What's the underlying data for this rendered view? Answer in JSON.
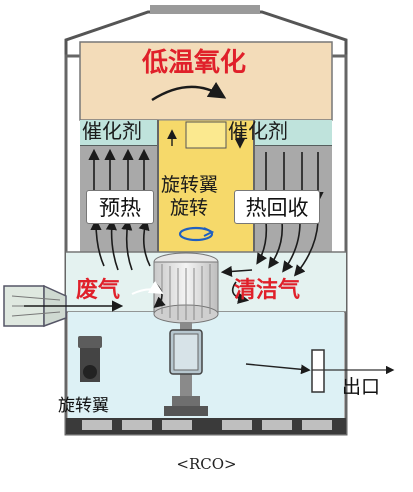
{
  "labels": {
    "top_zone": "低温氧化",
    "catalyst_left": "催化剂",
    "catalyst_right": "催化剂",
    "rotor_line1": "旋转翼",
    "rotor_line2": "旋转",
    "preheat": "预热",
    "heat_recovery": "热回收",
    "waste_gas": "废气",
    "clean_gas": "清洁气",
    "outlet": "出口",
    "motor": "旋转翼",
    "caption": "<RCO>"
  },
  "colors": {
    "top_zone": "#f3dcb9",
    "catalyst": "#bfe3dc",
    "side_chamber": "#a9a9a9",
    "rotor_core": "#f6d96a",
    "gas_zone": "#e4f2f0",
    "lower_zone": "#ddf1f5",
    "red_text": "#e0202a"
  }
}
